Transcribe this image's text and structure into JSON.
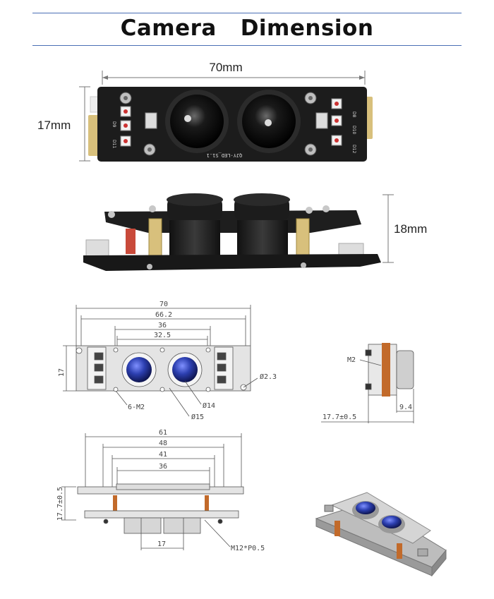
{
  "header": {
    "title": "Camera   Dimension"
  },
  "photo_top": {
    "width_label": "70mm",
    "height_label": "17mm",
    "board_text": "QJY-LED_S1.1",
    "led_labels": [
      "D8",
      "D9",
      "D10",
      "D11",
      "D12"
    ]
  },
  "photo_side": {
    "height_label": "18mm"
  },
  "drawing_front": {
    "dims": [
      "70",
      "66.2",
      "36",
      "32.5",
      "17"
    ],
    "callouts": [
      "6-M2",
      "Ø15",
      "Ø14",
      "Ø2.3"
    ]
  },
  "drawing_side": {
    "dims": [
      "17.7±0.5",
      "9.4"
    ],
    "callouts": [
      "M2"
    ]
  },
  "drawing_bottom": {
    "dims": [
      "61",
      "48",
      "41",
      "36",
      "17.7±0.5",
      "17"
    ],
    "callouts": [
      "M12*P0.5"
    ]
  },
  "colors": {
    "rule": "#4a6fb5",
    "board": "#1c1c1c",
    "lens_blue": "#2c3fb0",
    "bracket": "#c26a2a"
  }
}
